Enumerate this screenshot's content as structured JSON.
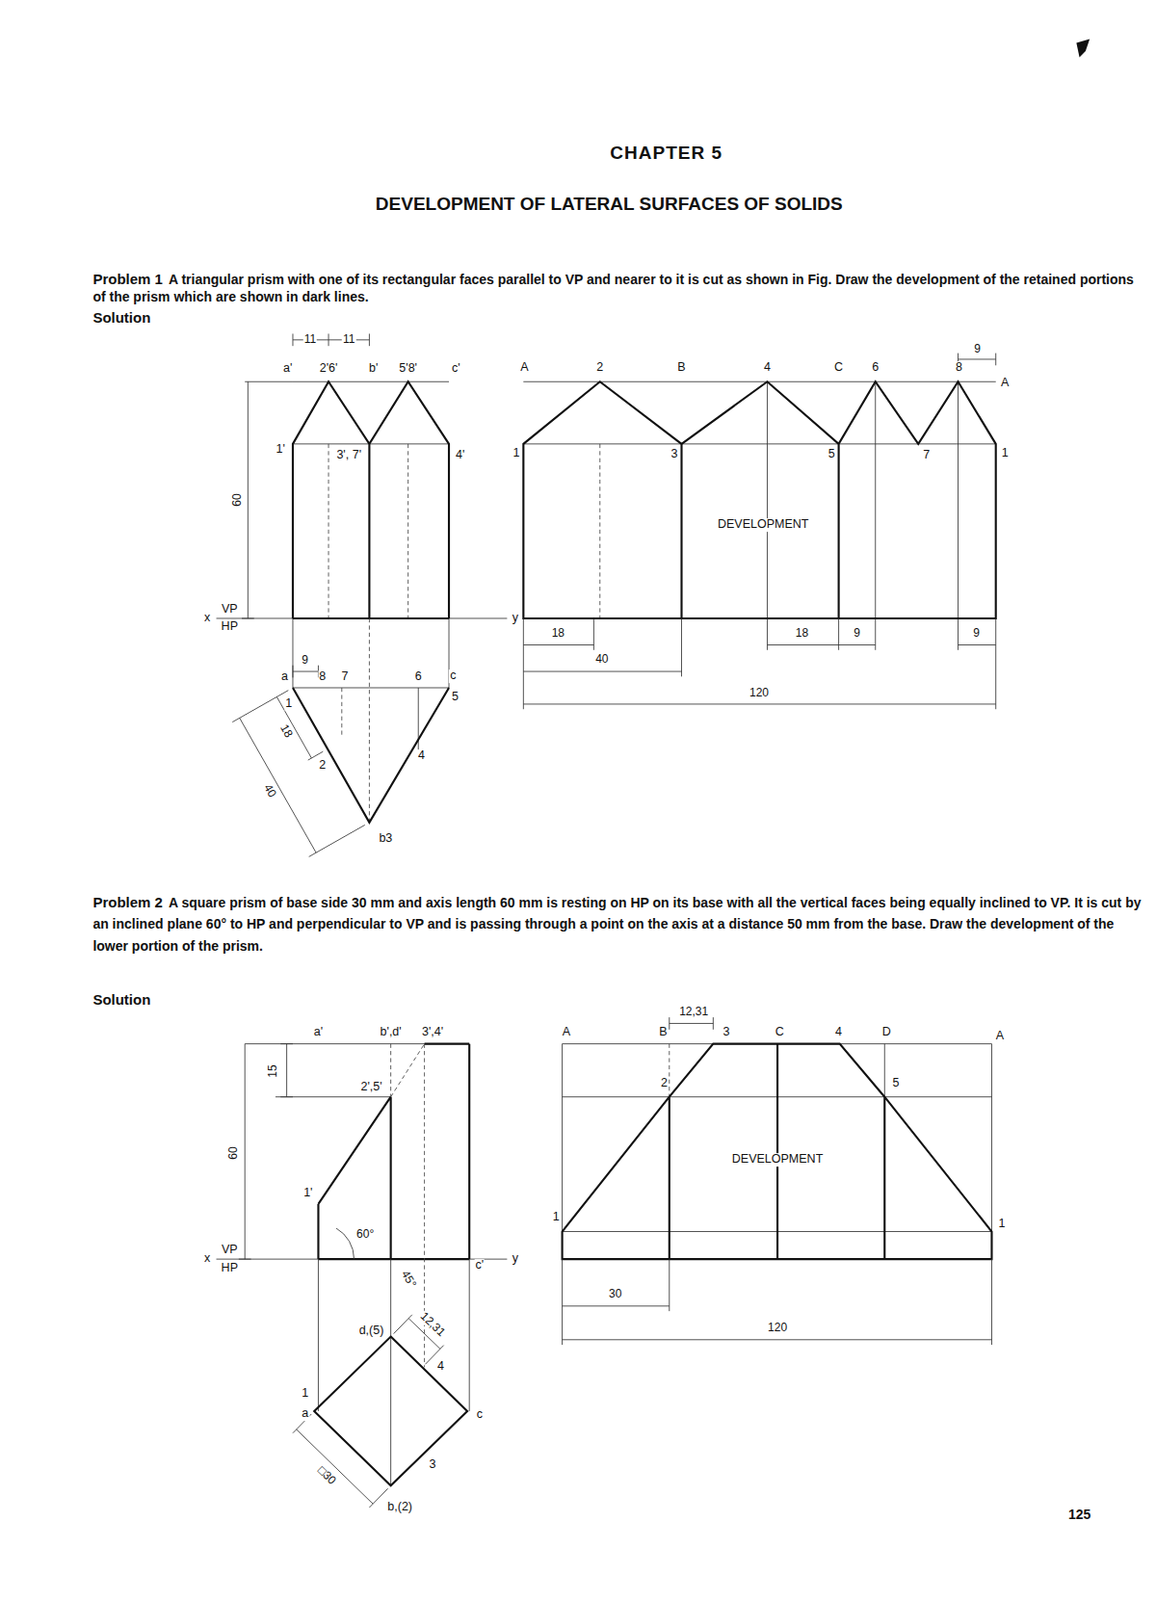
{
  "diagram": {
    "title": "DEVELOPMENT OF LATERAL SURFACES OF SOLIDS",
    "labels": [
      "CHAPTER 5",
      "Problem 1",
      "A triangular prism with one of its rectangular faces parallel to VP and nearer to it is cut as shown in Fig. Draw the development of the retained portions of the prism which are shown in dark lines.",
      "Solution",
      "11",
      "11",
      "a'",
      "2'6'",
      "b'",
      "5'8'",
      "c'",
      "1'",
      "3', 7'",
      "4'",
      "60",
      "x",
      "VP",
      "HP",
      "y",
      "9",
      "a",
      "8",
      "7",
      "6",
      "c",
      "1",
      "5",
      "18",
      "2",
      "4",
      "40",
      "b3",
      "A",
      "2",
      "B",
      "4",
      "C",
      "6",
      "9",
      "8",
      "A",
      "1",
      "3",
      "5",
      "7",
      "1",
      "DEVELOPMENT",
      "18",
      "40",
      "18",
      "9",
      "9",
      "120",
      "Problem 2",
      "A square prism of base side 30 mm and axis length 60 mm is resting on HP on its base with all the vertical faces being equally inclined to VP. It is cut by an inclined plane 60° to HP and perpendicular to VP and is passing through a point on the axis at a distance 50 mm from the base. Draw the development of the lower portion of the prism.",
      "Solution",
      "a'",
      "b',d'",
      "3',4'",
      "15",
      "2',5'",
      "60",
      "1'",
      "60°",
      "x",
      "VP",
      "HP",
      "y",
      "45°",
      "c'",
      "12,31",
      "d,(5)",
      "4",
      "1",
      "a",
      "c",
      "3",
      "□30",
      "b,(2)",
      "A",
      "12,31",
      "B",
      "3",
      "C",
      "4",
      "D",
      "A",
      "2",
      "5",
      "1",
      "1",
      "DEVELOPMENT",
      "30",
      "120",
      "125"
    ]
  }
}
